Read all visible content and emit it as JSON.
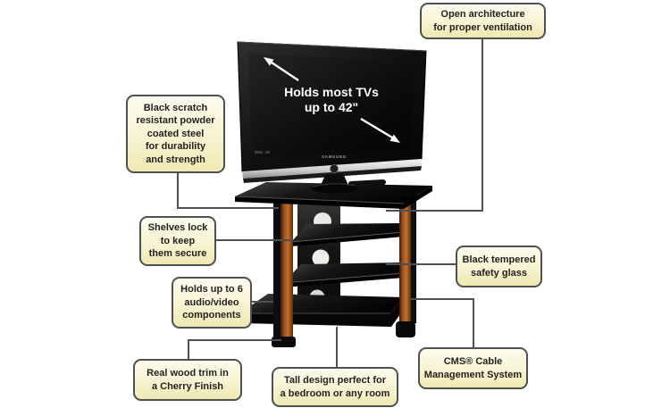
{
  "tv": {
    "brand": "SAMSUNG",
    "screen_note": {
      "line1": "Holds most TVs",
      "line2": "up to 42\""
    }
  },
  "callouts": [
    {
      "id": "open-architecture",
      "text": "Open architecture\nfor proper ventilation"
    },
    {
      "id": "steel",
      "text": "Black scratch\nresistant powder\ncoated steel\nfor durability\nand strength"
    },
    {
      "id": "shelves-lock",
      "text": "Shelves lock\nto keep\nthem secure"
    },
    {
      "id": "tempered-glass",
      "text": "Black tempered\nsafety glass"
    },
    {
      "id": "components",
      "text": "Holds up to 6\naudio/video\ncomponents"
    },
    {
      "id": "wood-trim",
      "text": "Real wood trim in\na Cherry Finish"
    },
    {
      "id": "tall-design",
      "text": "Tall design perfect for\na bedroom or any room"
    },
    {
      "id": "cms",
      "text": "CMS® Cable\nManagement System"
    }
  ],
  "colors": {
    "callout_fill": "#f7f3d2",
    "callout_border": "#4f5052",
    "connector": "#4f5052",
    "wood": "#a65a24",
    "screen_text": "#ffffff"
  }
}
